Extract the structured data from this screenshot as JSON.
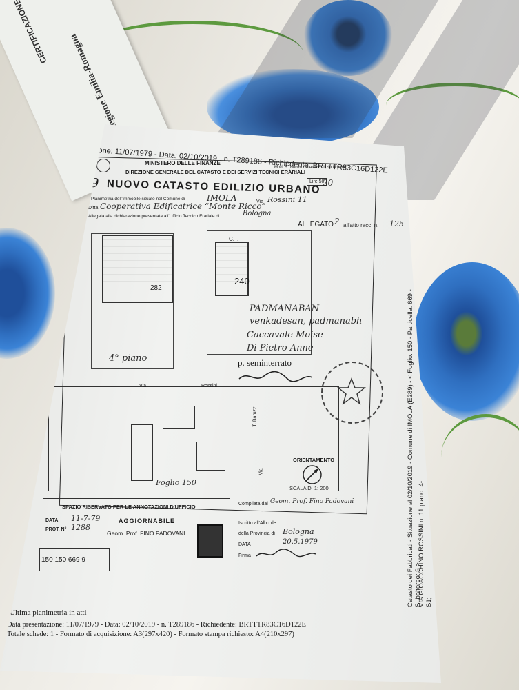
{
  "background_sheet": {
    "header": "CERTIFICAZIONE",
    "brand": "Regione Emilia-Romagna"
  },
  "document": {
    "top_line": "ione: 11/07/1979 - Data: 02/10/2019 - n. T289186 - Richiedente: BRTTTR83C16D122E",
    "ministry": "MINISTERO DELLE FINANZE",
    "direction": "DIREZIONE GENERALE DEL CATASTO E DEI SERVIZI TECNICI ERARIALI",
    "model": "Mod. B (Nuovo Catasto Edilizio Urbano)",
    "title": "NUOVO CATASTO EDILIZIO URBANO",
    "title_number": "9",
    "lire": "Lire 50",
    "lire_num": "20",
    "plan_line": "Planimetria dell'immobile situato nel Comune di",
    "comune": "IMOLA",
    "via_label": "Via",
    "via": "Rossini 11",
    "ditta_label": "Ditta",
    "ditta": "Cooperativa Edificatrice “Monte Ricco”",
    "allegata": "Allegata alla dichiarazione presentata all'Ufficio Tecnico Erariale di",
    "ufficio": "Bologna",
    "allegato_label": "ALLEGATO",
    "allegato_num": "2",
    "atto_label": "all'atto racc. n.",
    "atto_num": "125",
    "room_ct": "C.T.",
    "room_240": "240",
    "room_282": "282",
    "handwritten_lines": [
      "PADMANABAN",
      "venkadesan, padmanabh",
      "Caccavale Moise",
      "Di Pietro Anne"
    ],
    "fourth_floor": "4° piano",
    "basement": "p. seminterrato",
    "street_top": "Via",
    "street_top_name": "Rossini",
    "street_side": "Via",
    "street_side_name": "T. Baruzzi",
    "orientamento": "ORIENTAMENTO",
    "foglio": "Foglio 150",
    "scale": "SCALA DI 1: 200",
    "office_title": "SPAZIO RISERVATO PER LE ANNOTAZIONI D'UFFICIO",
    "data_label": "DATA",
    "data_val": "11-7-79",
    "prot_label": "PROT. N°",
    "prot_val": "1288",
    "ufficio_stamp": "AGGIORNABILE",
    "geom": "Geom. Prof. FINO PADOVANI",
    "code": "150  150  669  9",
    "compilata": "Compilata dal",
    "compilata_name": "Geom. Prof. Fino Padovani",
    "iscritto": "Iscritto all'Albo de",
    "provincia_label": "della Provincia di",
    "provincia": "Bologna",
    "data2_label": "DATA",
    "data2": "20.5.1979",
    "firma_label": "Firma",
    "ultima": "Ultima planimetria in atti",
    "footer1": "Data presentazione: 11/07/1979 - Data: 02/10/2019 - n. T289186 - Richiedente: BRTTTR83C16D122E",
    "footer2": "Totale schede: 1 - Formato di acquisizione: A3(297x420) - Formato stampa richiesto: A4(210x297)",
    "side_text": "Catasto dei Fabbricati - Situazione al 02/10/2019 - Comune di IMOLA (E289) - < Foglio: 150 - Particella: 669 - Subalterno: 9 >",
    "side_text2": "VIA GIOACCHINO ROSSINI n. 11 piano: 4-S1;"
  },
  "colors": {
    "flower_blue": "#2f6fc0",
    "stem_green": "#5d9a3f",
    "paper": "#f1f2f0"
  }
}
